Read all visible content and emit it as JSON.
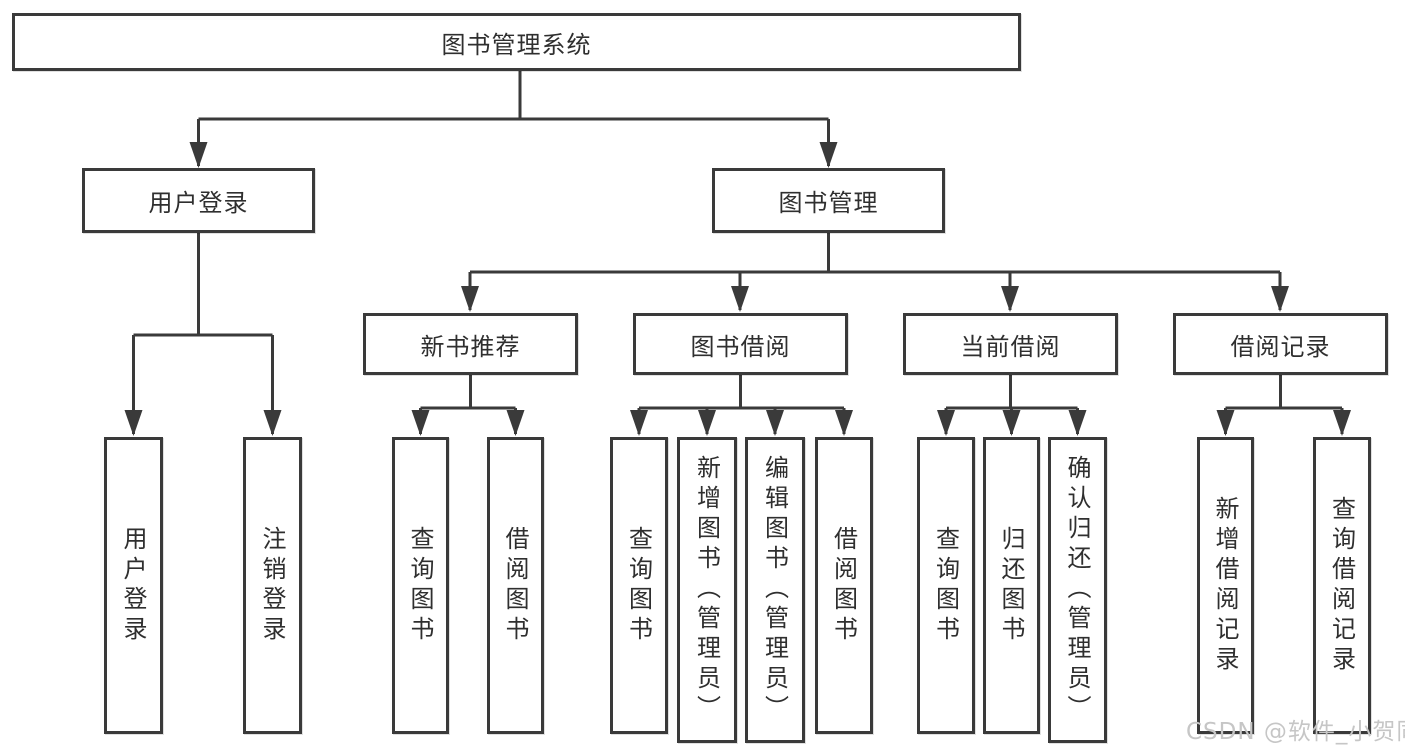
{
  "colors": {
    "line": "#3a3a3a",
    "box_border": "#3a3a3a",
    "text": "#2f2f2f",
    "background": "#ffffff",
    "watermark": "#c6c6c6"
  },
  "watermark": {
    "text": "CSDN @软件_小贺同学"
  },
  "tree": {
    "label": "图书管理系统",
    "children": [
      {
        "label": "用户登录",
        "children": [
          {
            "label": "用户登录"
          },
          {
            "label": "注销登录"
          }
        ]
      },
      {
        "label": "图书管理",
        "children": [
          {
            "label": "新书推荐",
            "children": [
              {
                "label": "查询图书"
              },
              {
                "label": "借阅图书"
              }
            ]
          },
          {
            "label": "图书借阅",
            "children": [
              {
                "label": "查询图书"
              },
              {
                "label": "新增图书（管理员）"
              },
              {
                "label": "编辑图书（管理员）"
              },
              {
                "label": "借阅图书"
              }
            ]
          },
          {
            "label": "当前借阅",
            "children": [
              {
                "label": "查询图书"
              },
              {
                "label": "归还图书"
              },
              {
                "label": "确认归还（管理员）"
              }
            ]
          },
          {
            "label": "借阅记录",
            "children": [
              {
                "label": "新增借阅记录"
              },
              {
                "label": "查询借阅记录"
              }
            ]
          }
        ]
      }
    ]
  }
}
